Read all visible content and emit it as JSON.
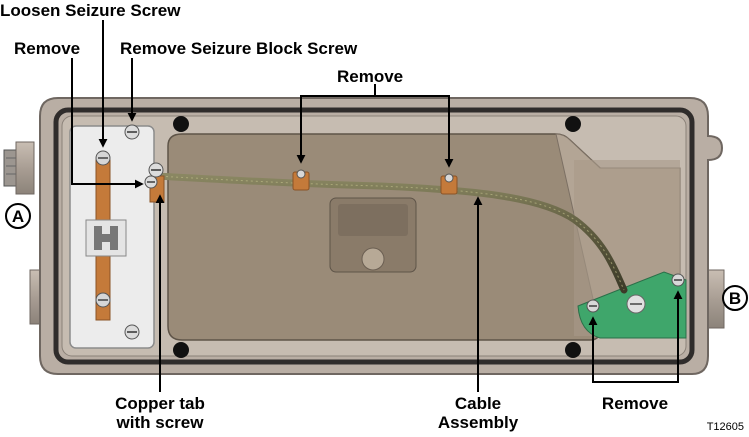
{
  "callouts": {
    "loosen_seizure_screw": "Loosen Seizure Screw",
    "remove_left": "Remove",
    "remove_seizure_block_screw": "Remove Seizure Block Screw",
    "remove_top": "Remove",
    "copper_tab_line1": "Copper tab",
    "copper_tab_line2": "with screw",
    "cable_line1": "Cable",
    "cable_line2": "Assembly",
    "remove_right": "Remove"
  },
  "ports": {
    "left": "A",
    "right": "B"
  },
  "figure_id": "T12605",
  "colors": {
    "housing": "#b9aea4",
    "housing_edge": "#6f6761",
    "gasket": "#2f2c2b",
    "interior": "#9a8b78",
    "cable": "#5d5a3e",
    "copper": "#c47a3a",
    "pcb_green": "#3fa66b",
    "seizure_block": "#ececec"
  }
}
